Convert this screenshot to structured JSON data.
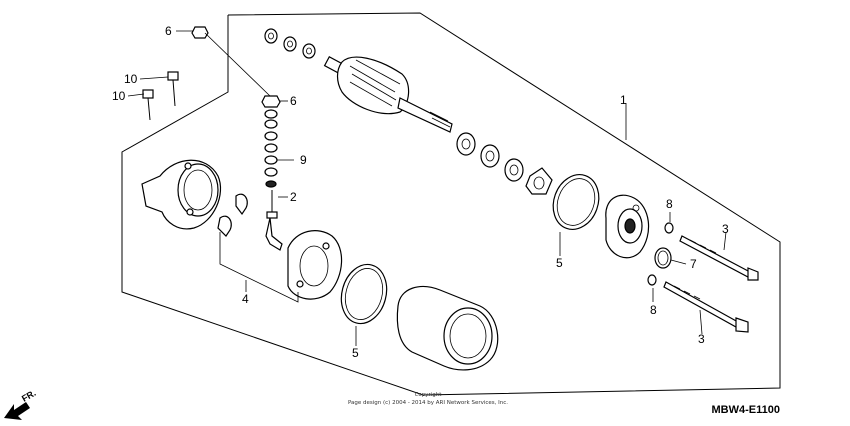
{
  "diagram": {
    "callouts": {
      "c1": "1",
      "c2": "2",
      "c3a": "3",
      "c3b": "3",
      "c4": "4",
      "c5a": "5",
      "c5b": "5",
      "c6a": "6",
      "c6b": "6",
      "c7": "7",
      "c8a": "8",
      "c8b": "8",
      "c9": "9",
      "c10a": "10",
      "c10b": "10"
    },
    "diagram_code": "MBW4-E1100",
    "front_label": "FR.",
    "copyright_line1": "Copyright",
    "copyright_line2": "Page design (c) 2004 - 2014 by ARI Network Services, Inc."
  }
}
